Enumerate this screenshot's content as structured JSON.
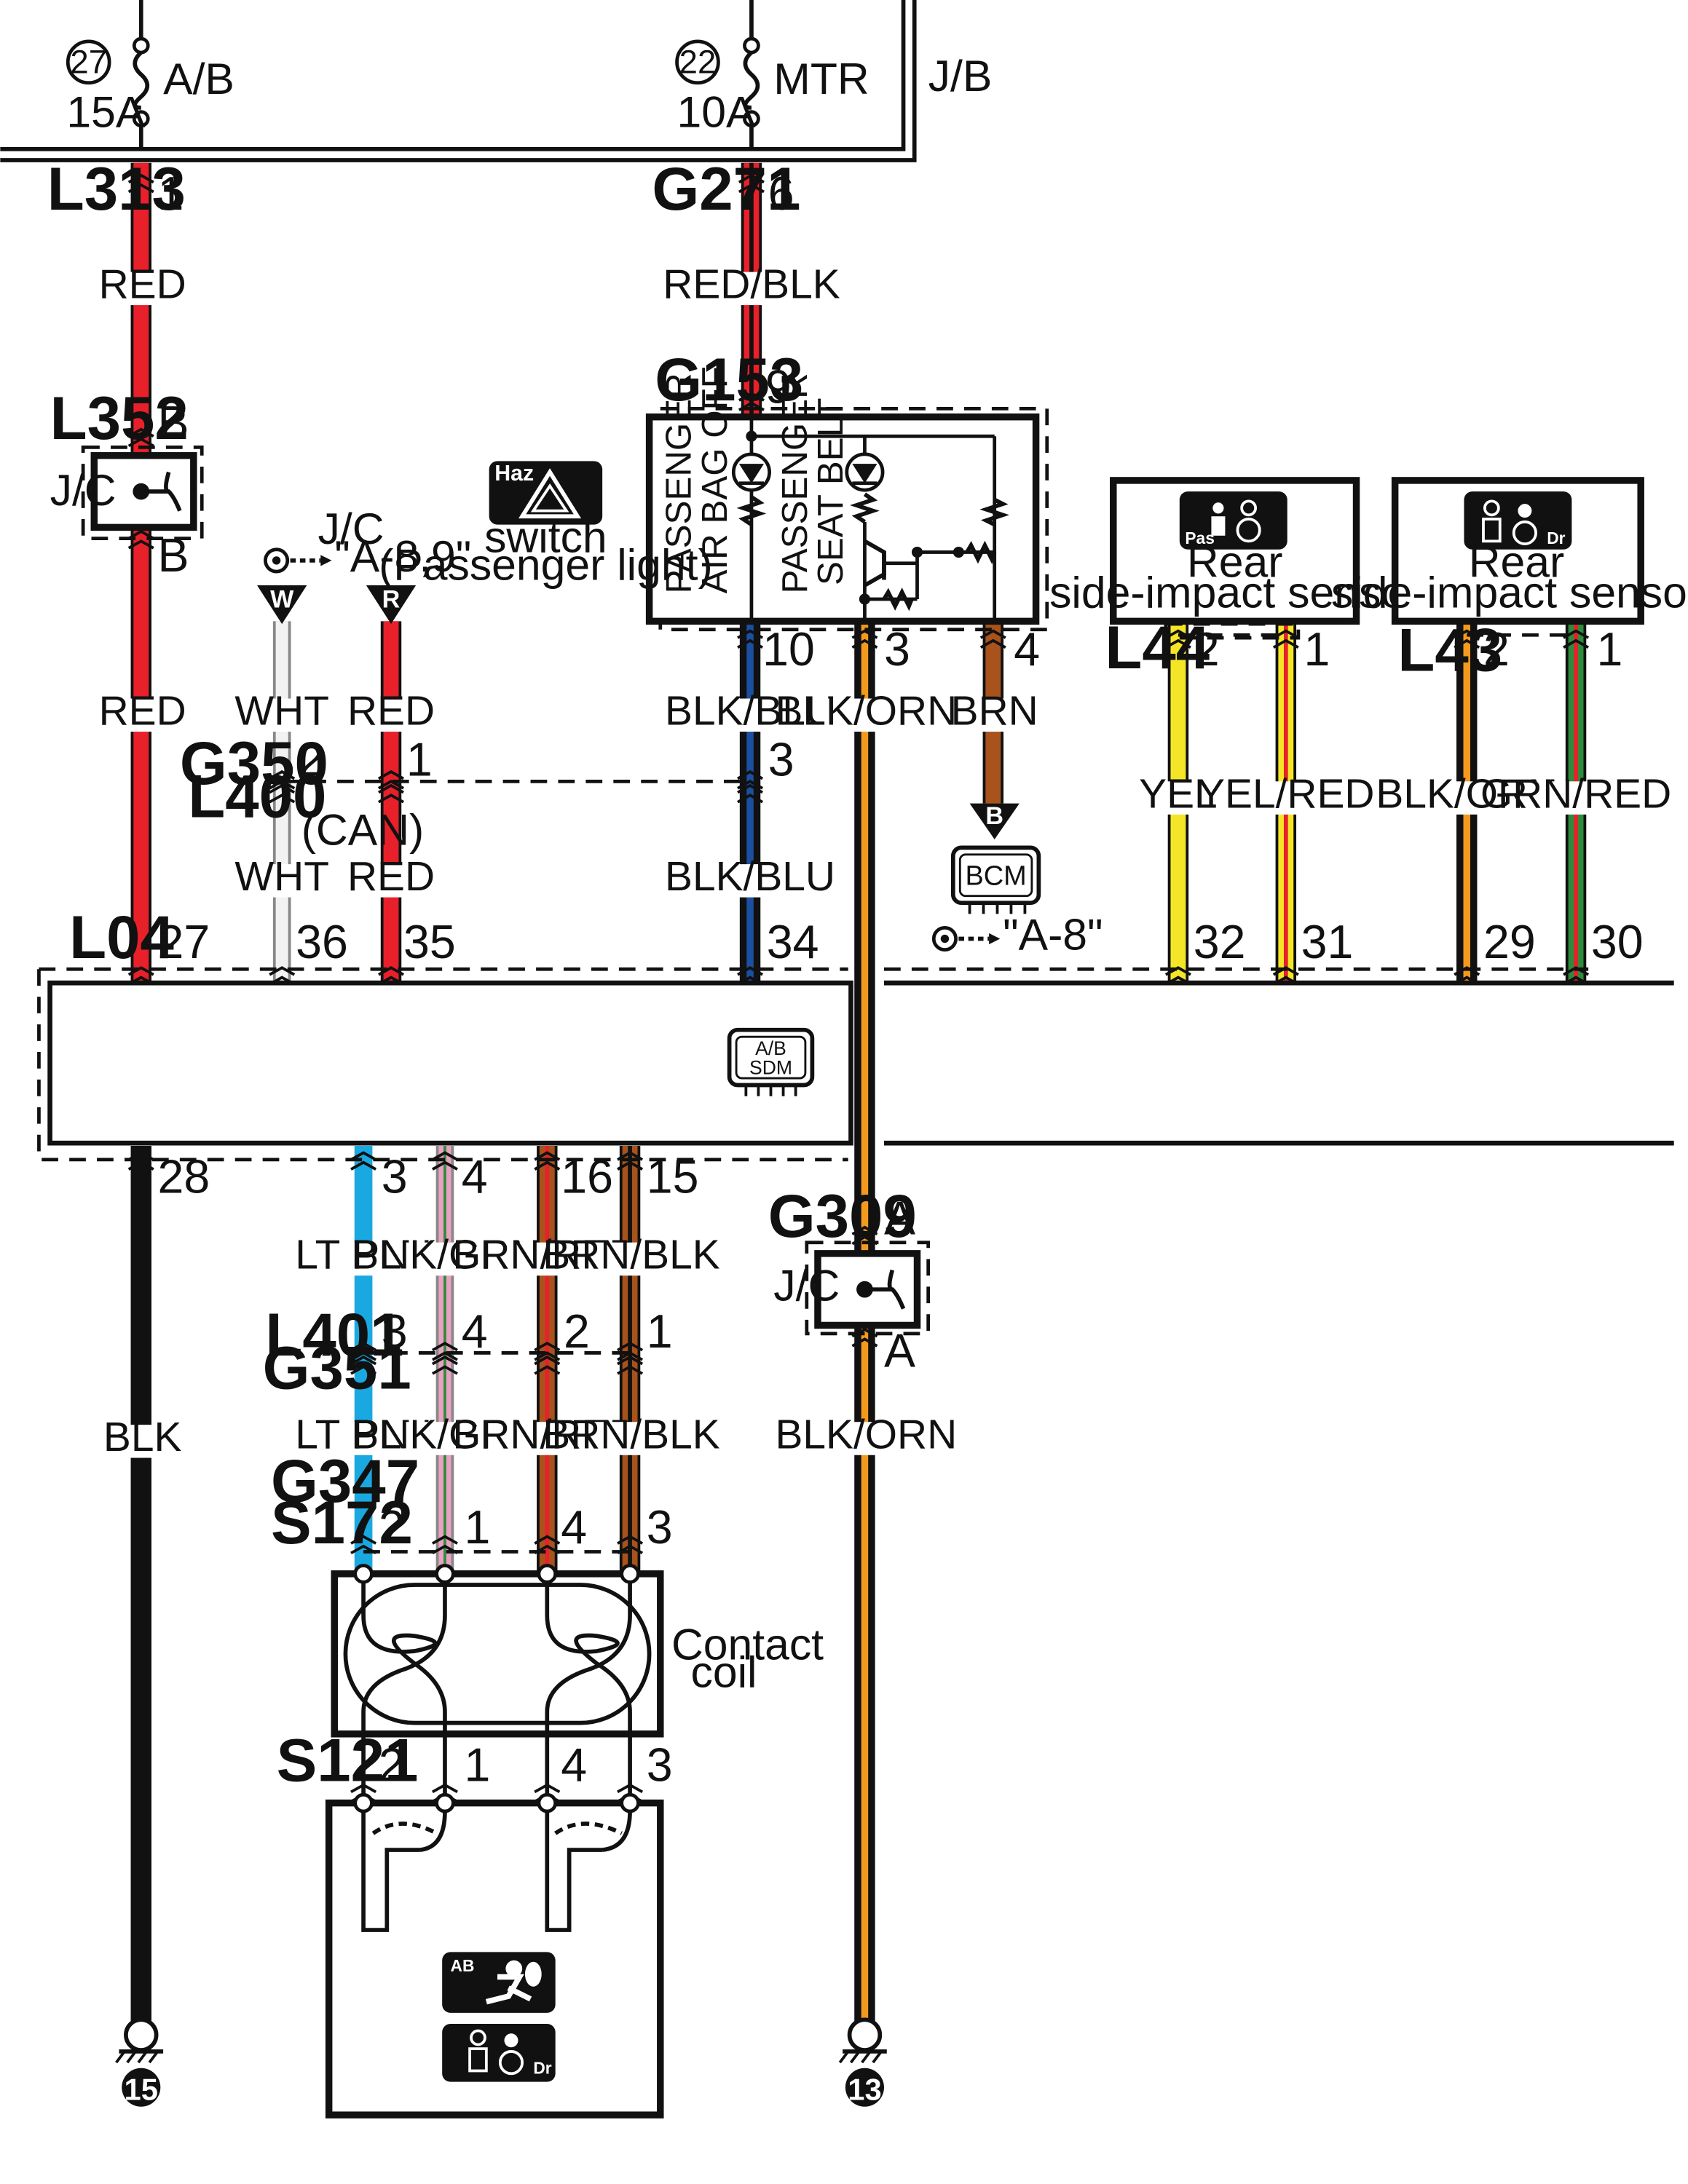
{
  "junction_block": {
    "label": "J/B",
    "fuses": [
      {
        "number": "27",
        "name": "A/B",
        "rating": "15A"
      },
      {
        "number": "22",
        "name": "MTR",
        "rating": "10A"
      }
    ]
  },
  "connectors": {
    "L313": "L313",
    "G271": "G271",
    "G153": "G153",
    "L352": "L352",
    "G350": "G350",
    "L400": "L400",
    "L04": "L04",
    "L44": "L44",
    "L43": "L43",
    "L401": "L401",
    "G351": "G351",
    "G309": "G309",
    "G347": "G347",
    "S172": "S172",
    "S121": "S121"
  },
  "pins": {
    "l313_1": "1",
    "g271_6": "6",
    "g153_9": "9",
    "l352_b_top": "B",
    "l352_b_bot": "B",
    "g153_10": "10",
    "g153_3": "3",
    "g153_4": "4",
    "l44_2": "2",
    "l44_1": "1",
    "l43_2": "2",
    "l43_1": "1",
    "g350_2": "2",
    "g350_1": "1",
    "g350_3": "3",
    "l04_27": "27",
    "l04_36": "36",
    "l04_35": "35",
    "l04_34": "34",
    "l04_32": "32",
    "l04_31": "31",
    "l04_29": "29",
    "l04_30": "30",
    "l04_28": "28",
    "l04_3": "3",
    "l04_4": "4",
    "l04_16": "16",
    "l04_15": "15",
    "l401_3": "3",
    "l401_4": "4",
    "l401_2": "2",
    "l401_1": "1",
    "g309_a_top": "A",
    "g309_a_bot": "A",
    "s172_2": "2",
    "s172_1": "1",
    "s172_4": "4",
    "s172_3": "3",
    "s121_2": "2",
    "s121_1": "1",
    "s121_4": "4",
    "s121_3": "3"
  },
  "wires": {
    "red": "RED",
    "red_blk": "RED/BLK",
    "wht": "WHT",
    "blk_blu": "BLK/BLU",
    "blk_orn": "BLK/ORN",
    "brn": "BRN",
    "yel": "YEL",
    "yel_red": "YEL/RED",
    "grn_red": "GRN/RED",
    "blk": "BLK",
    "lt_blu": "LT BLU",
    "pnk_grn": "PNK/GRN",
    "brn_red": "BRN/RED",
    "brn_blk": "BRN/BLK"
  },
  "labels": {
    "jc": "J/C",
    "can": "(CAN)",
    "ref_a89": "\"A-8,9\"",
    "ref_a8": "\"A-8\"",
    "tag_w": "W",
    "tag_r": "R",
    "tag_b": "B",
    "haz_tag": "Haz",
    "switch_line1": "switch",
    "switch_line2": "(Passenger light)",
    "airbag_off_line1": "PASSENGER",
    "airbag_off_line2": "AIR BAG OFF",
    "seatbelt_line1": "PASSENGER",
    "seatbelt_line2": "SEAT BELT",
    "rear_sensor_line1": "Rear",
    "rear_sensor_line2": "side-impact sensor",
    "pas_tag": "Pas",
    "dr_tag": "Dr",
    "ab_tag": "AB",
    "bcm": "BCM",
    "sdm_line1": "A/B",
    "sdm_line2": "SDM",
    "contact_coil_line1": "Contact",
    "contact_coil_line2": "coil",
    "ground_15": "15",
    "ground_13": "13"
  },
  "colors": {
    "red": "#e8202a",
    "black": "#111111",
    "blue": "#1b4fa0",
    "orange": "#f39a1e",
    "brown": "#a8521c",
    "yellow": "#f4e626",
    "green": "#2e8b3c",
    "light_blue": "#1aa8e0",
    "pink": "#e9a2c0",
    "white_wire": "#e6e6e6"
  }
}
